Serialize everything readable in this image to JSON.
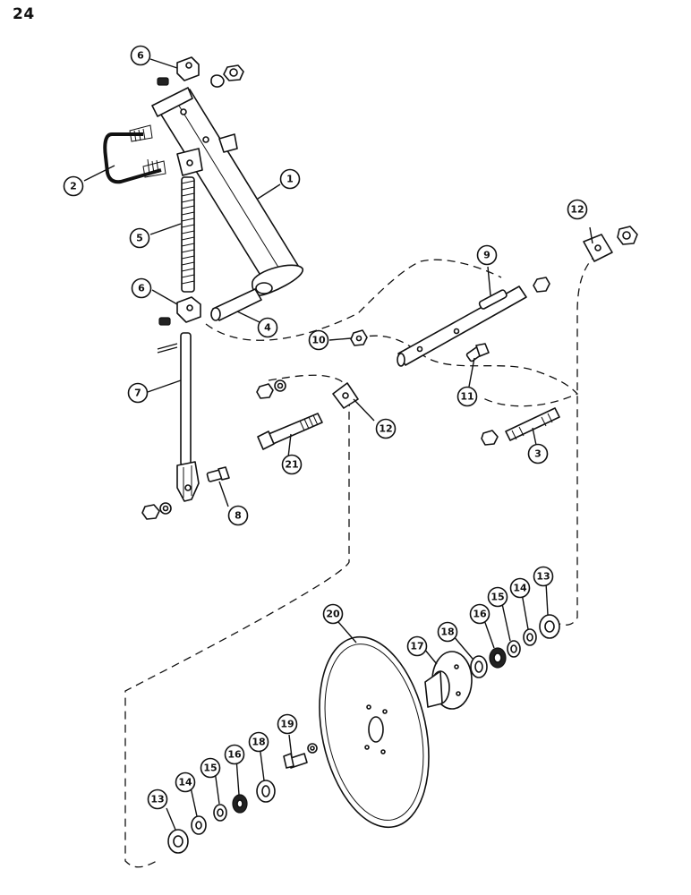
{
  "page": {
    "number": "24"
  },
  "diagram": {
    "callouts": [
      {
        "id": "c6a",
        "number": "6"
      },
      {
        "id": "c2",
        "number": "2"
      },
      {
        "id": "c1",
        "number": "1"
      },
      {
        "id": "c5",
        "number": "5"
      },
      {
        "id": "c6b",
        "number": "6"
      },
      {
        "id": "c4",
        "number": "4"
      },
      {
        "id": "c7",
        "number": "7"
      },
      {
        "id": "c8",
        "number": "8"
      },
      {
        "id": "c9",
        "number": "9"
      },
      {
        "id": "c10",
        "number": "10"
      },
      {
        "id": "c11",
        "number": "11"
      },
      {
        "id": "c12a",
        "number": "12"
      },
      {
        "id": "c12b",
        "number": "12"
      },
      {
        "id": "c3",
        "number": "3"
      },
      {
        "id": "c21",
        "number": "21"
      },
      {
        "id": "c20",
        "number": "20"
      },
      {
        "id": "c17",
        "number": "17"
      },
      {
        "id": "c18a",
        "number": "18"
      },
      {
        "id": "c16a",
        "number": "16"
      },
      {
        "id": "c15a",
        "number": "15"
      },
      {
        "id": "c14a",
        "number": "14"
      },
      {
        "id": "c13a",
        "number": "13"
      },
      {
        "id": "c19",
        "number": "19"
      },
      {
        "id": "c13b",
        "number": "13"
      },
      {
        "id": "c14b",
        "number": "14"
      },
      {
        "id": "c15b",
        "number": "15"
      },
      {
        "id": "c16b",
        "number": "16"
      },
      {
        "id": "c18b",
        "number": "18"
      }
    ]
  }
}
